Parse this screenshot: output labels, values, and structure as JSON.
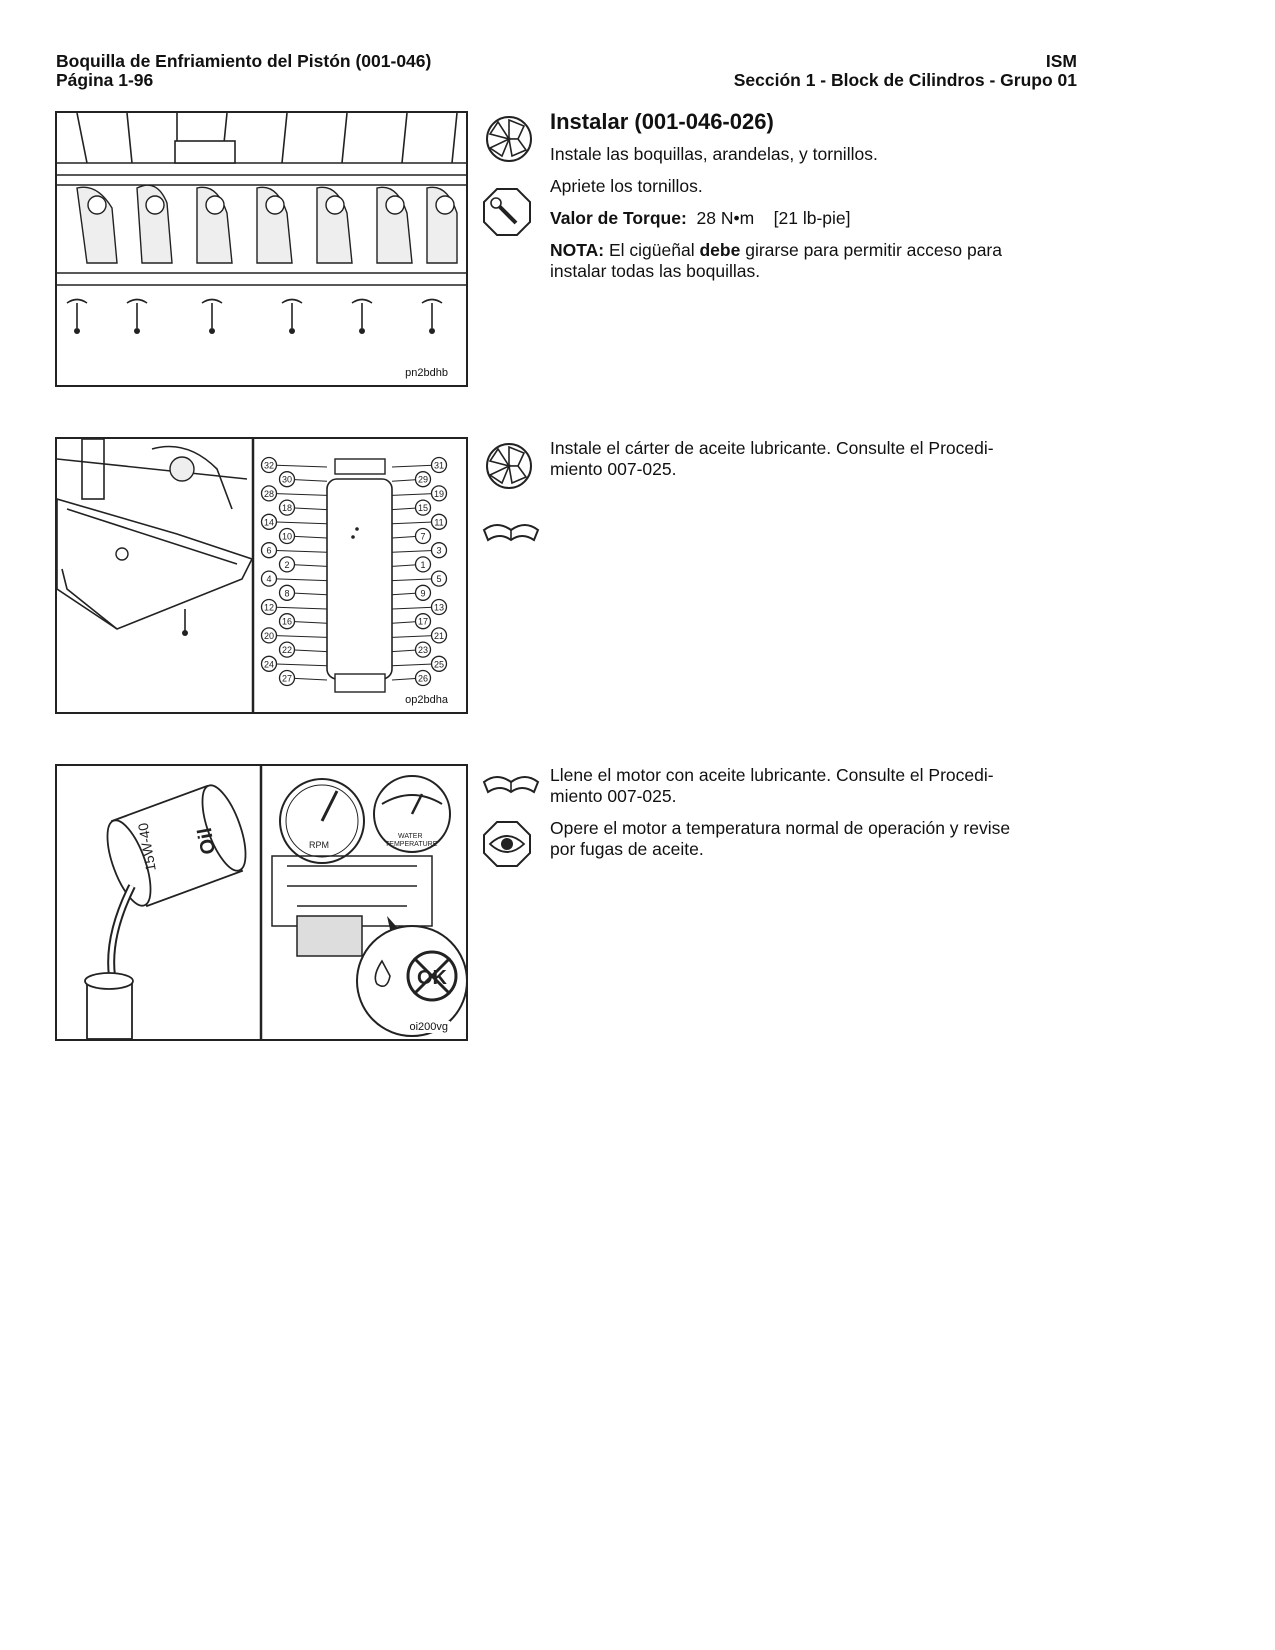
{
  "header": {
    "left_line1": "Boquilla de Enfriamiento del Pistón (001-046)",
    "left_line2": "Página 1-96",
    "right_line1": "ISM",
    "right_line2": "Sección 1 - Block de Cilindros - Grupo 01"
  },
  "step1": {
    "title": "Instalar (001-046-026)",
    "p1": "Instale las boquillas, arandelas, y tornillos.",
    "p2": "Apriete los tornillos.",
    "torque_label": "Valor de Torque:",
    "torque_value": "28 N•m",
    "torque_alt": "[21  lb-pie]",
    "note_label": "NOTA:",
    "note_pre": "El cigüeñal",
    "note_bold": "debe",
    "note_post": "girarse para permitir acceso para instalar todas las boquillas.",
    "figure_code": "pn2bdhb",
    "icons": [
      "assembly-icon",
      "torque-wrench-icon"
    ]
  },
  "step2": {
    "p1": "Instale el cárter de aceite lubricante. Consulte el Procedi-miento 007-025.",
    "figure_code": "op2bdha",
    "torque_sequence_left": [
      "32",
      "30",
      "28",
      "18",
      "14",
      "10",
      "6",
      "2",
      "4",
      "8",
      "12",
      "16",
      "20",
      "22",
      "24",
      "27"
    ],
    "torque_sequence_right": [
      "31",
      "29",
      "19",
      "15",
      "11",
      "7",
      "3",
      "1",
      "5",
      "9",
      "13",
      "17",
      "21",
      "23",
      "25",
      "26"
    ],
    "icons": [
      "assembly-icon",
      "manual-book-icon"
    ]
  },
  "step3": {
    "p1": "Llene el motor con aceite lubricante. Consulte el Procedi-miento 007-025.",
    "p2": "Opere el motor a temperatura normal de operación y revise por fugas de aceite.",
    "figure_code": "oi200vg",
    "can_label_oil": "Oil",
    "can_label_grade": "15W-40",
    "gauge_rpm": "RPM",
    "gauge_temp_line1": "WATER",
    "gauge_temp_line2": "TEMPERATURE",
    "ok_label": "OK",
    "icons": [
      "manual-book-icon",
      "inspect-eye-icon"
    ]
  }
}
